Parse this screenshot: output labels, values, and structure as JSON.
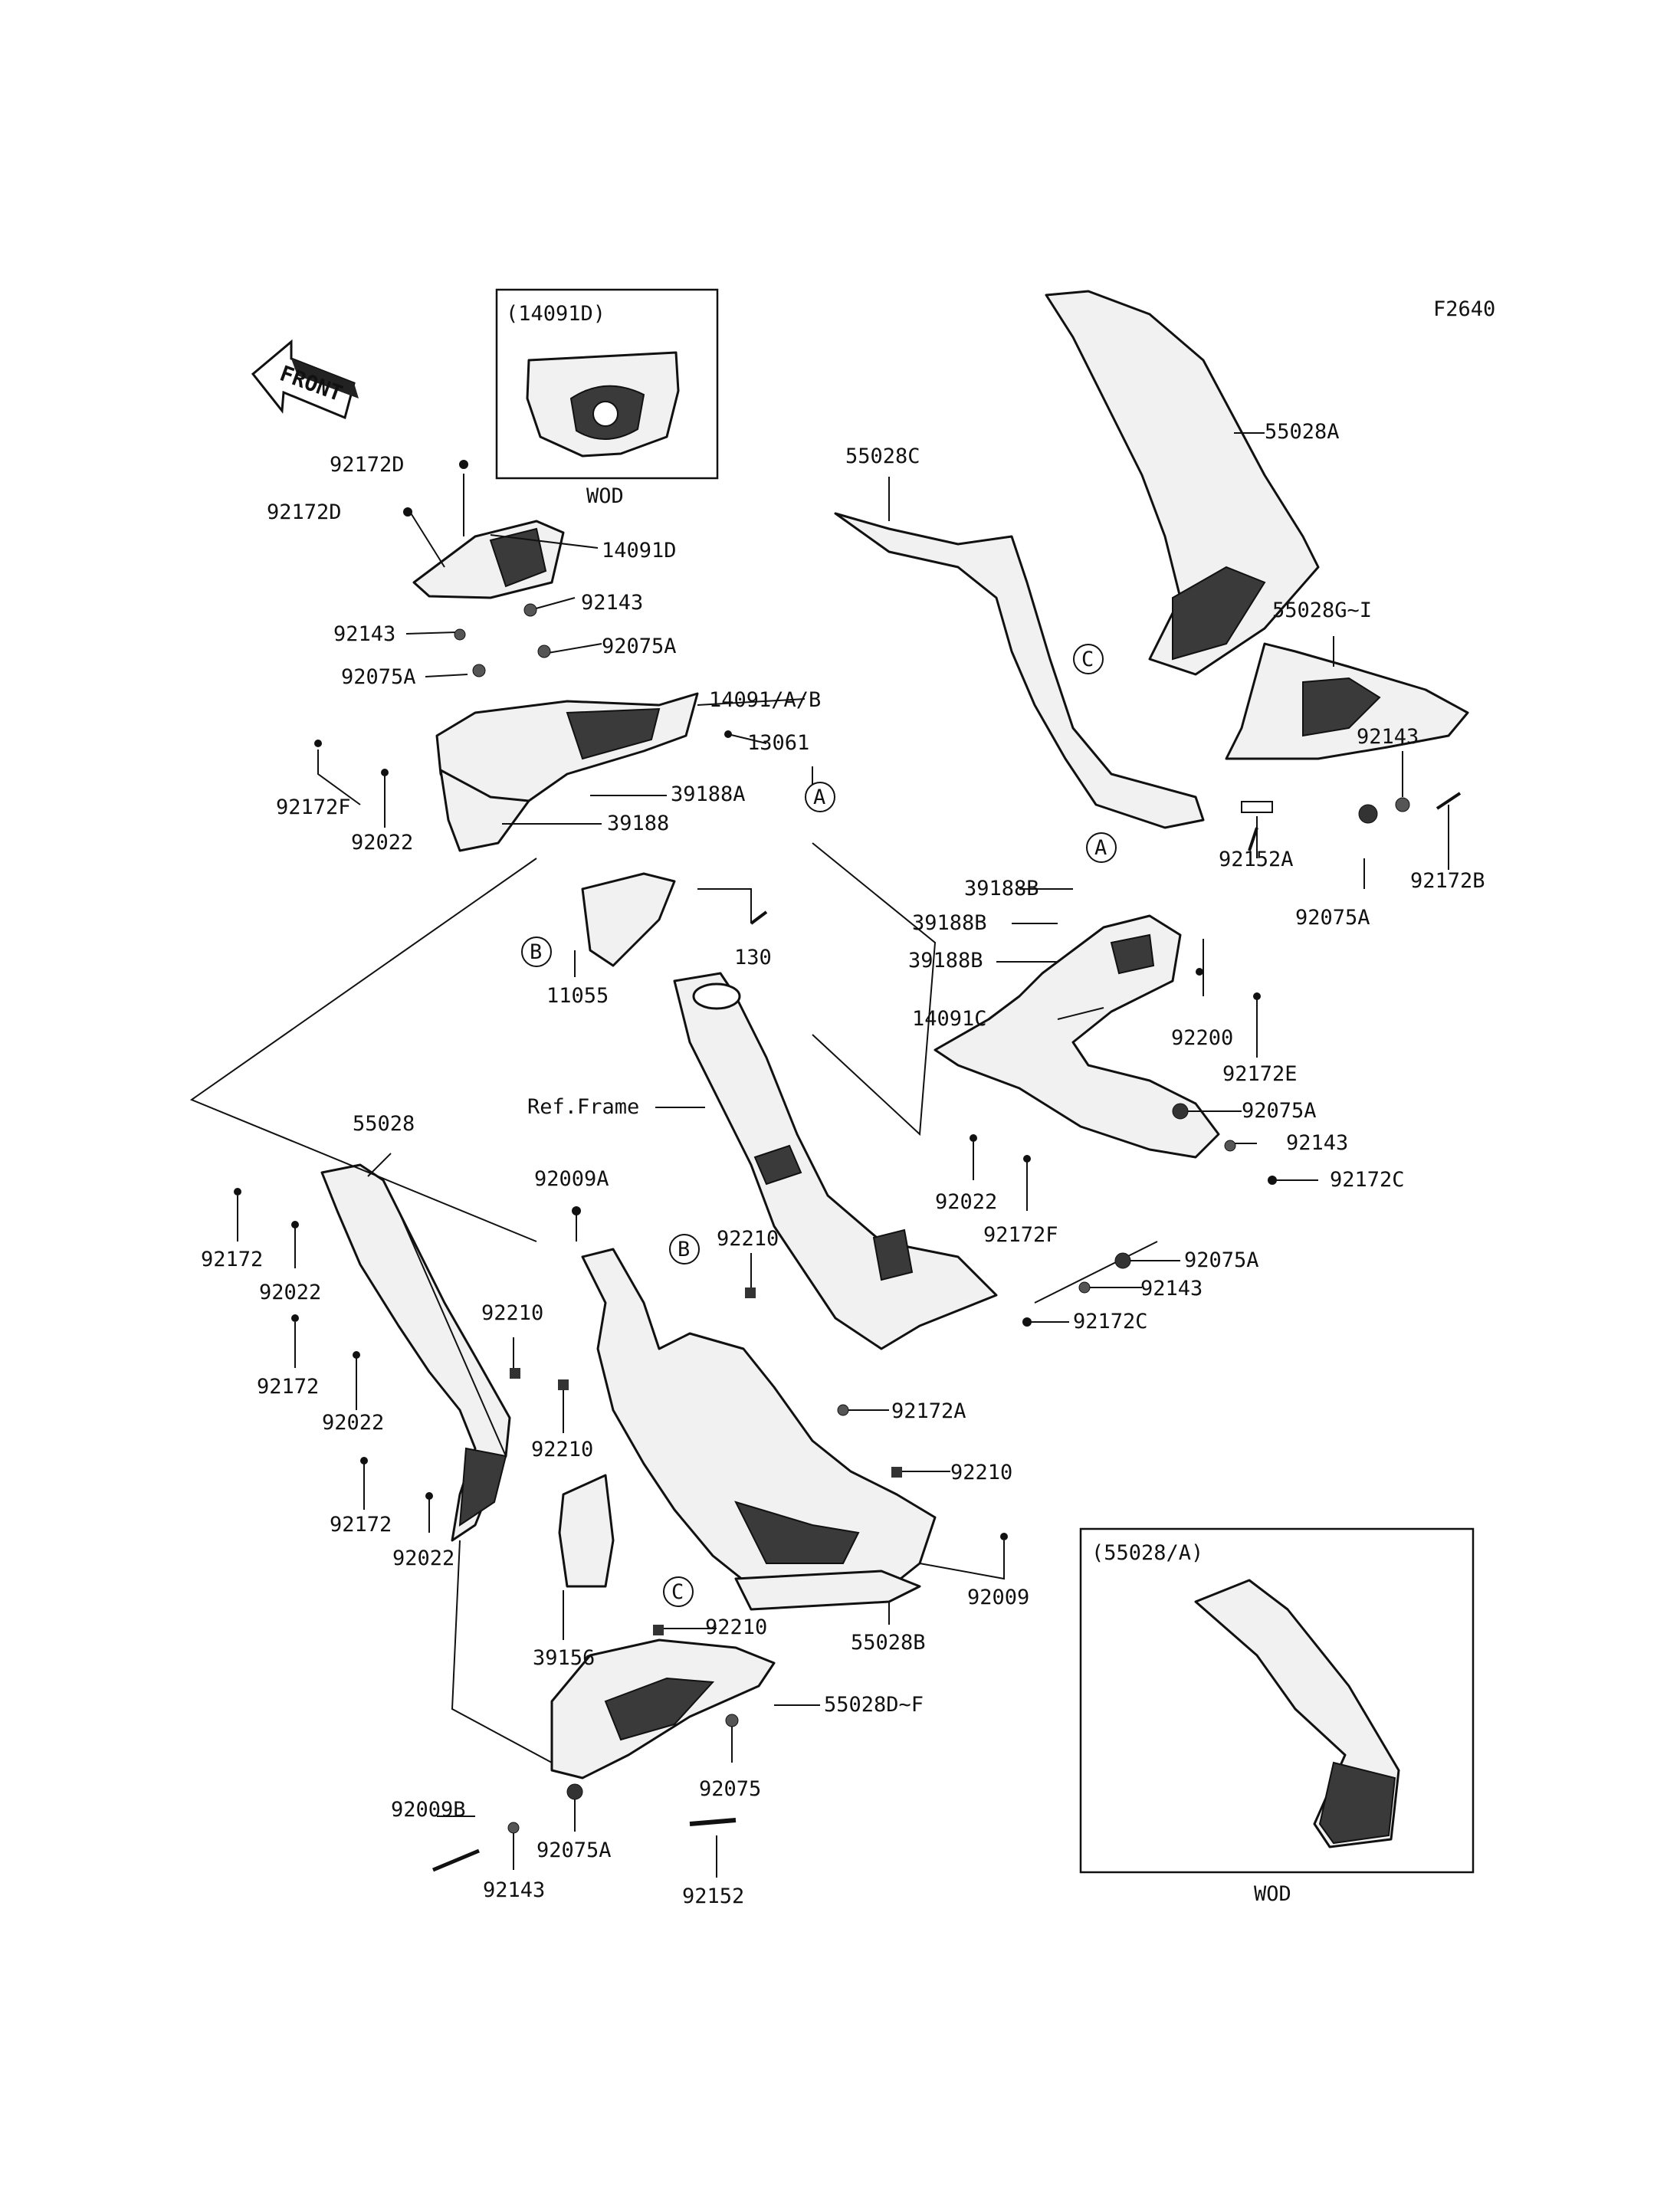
{
  "figure_code": "F2640",
  "front_label": "FRONT",
  "insets": {
    "top": {
      "caption": "(14091D)",
      "footer": "WOD"
    },
    "bottom": {
      "caption": "(55028/A)",
      "footer": "WOD"
    }
  },
  "reference_circles": [
    "A",
    "B",
    "C",
    "A",
    "B",
    "C"
  ],
  "part_labels": [
    "92172D",
    "92172D",
    "14091D",
    "92143",
    "92143",
    "92075A",
    "92075A",
    "14091/A/B",
    "13061",
    "92172F",
    "92022",
    "39188A",
    "39188",
    "130",
    "11055",
    "55028C",
    "55028A",
    "55028G~I",
    "92143",
    "92152A",
    "92172B",
    "92075A",
    "39188B",
    "39188B",
    "39188B",
    "14091C",
    "92200",
    "92172E",
    "92075A",
    "92143",
    "92172C",
    "92022",
    "92172F",
    "Ref.Frame",
    "92075A",
    "92143",
    "92172C",
    "55028",
    "92172",
    "92022",
    "92172",
    "92022",
    "92172",
    "92022",
    "92009A",
    "92210",
    "92210",
    "92210",
    "92172A",
    "92210",
    "39156",
    "92009",
    "55028B",
    "92210",
    "55028D~F",
    "92075",
    "92009B",
    "92075A",
    "92143",
    "92152"
  ]
}
